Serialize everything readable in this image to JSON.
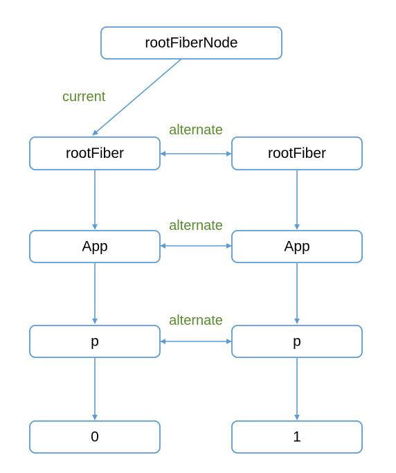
{
  "diagram": {
    "colors": {
      "box_stroke": "#5b9bd5",
      "arrow": "#5b9bd5",
      "label": "#5a8a2e",
      "text": "#000000"
    },
    "nodes": {
      "root": "rootFiberNode",
      "left_fiber": "rootFiber",
      "right_fiber": "rootFiber",
      "left_app": "App",
      "right_app": "App",
      "left_p": "p",
      "right_p": "p",
      "left_text": "0",
      "right_text": "1"
    },
    "labels": {
      "current": "current",
      "alternate_fiber": "alternate",
      "alternate_app": "alternate",
      "alternate_p": "alternate"
    }
  }
}
